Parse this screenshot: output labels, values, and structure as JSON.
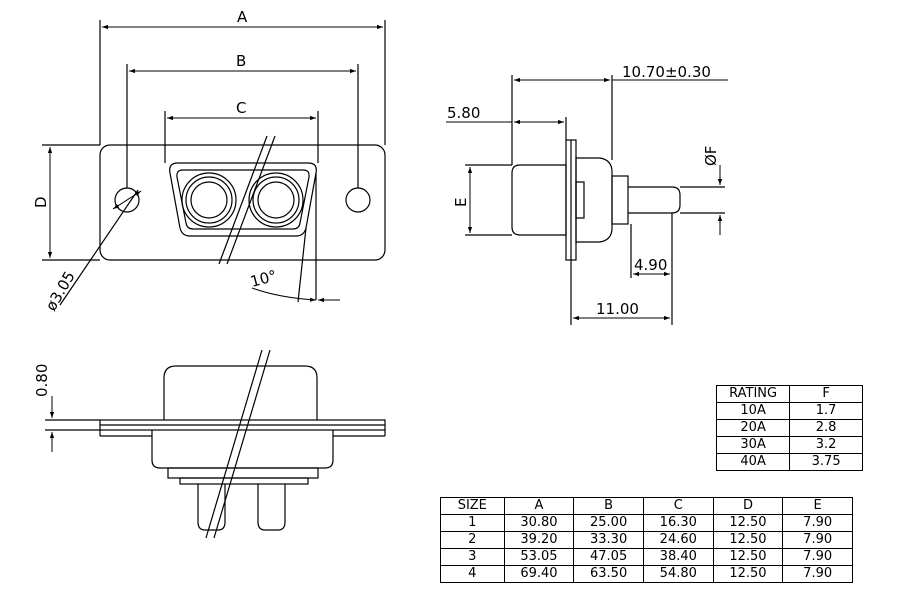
{
  "dimensions": {
    "A": "A",
    "B": "B",
    "C": "C",
    "D": "D",
    "E": "E",
    "F": "ØF",
    "hole": "ø3.05",
    "angle": "10°",
    "depth": "10.70±0.30",
    "flange": "5.80",
    "pin": "4.90",
    "length": "11.00",
    "thickness": "0.80"
  },
  "rating_table": {
    "headers": [
      "RATING",
      "F"
    ],
    "rows": [
      [
        "10A",
        "1.7"
      ],
      [
        "20A",
        "2.8"
      ],
      [
        "30A",
        "3.2"
      ],
      [
        "40A",
        "3.75"
      ]
    ]
  },
  "size_table": {
    "headers": [
      "SIZE",
      "A",
      "B",
      "C",
      "D",
      "E"
    ],
    "rows": [
      [
        "1",
        "30.80",
        "25.00",
        "16.30",
        "12.50",
        "7.90"
      ],
      [
        "2",
        "39.20",
        "33.30",
        "24.60",
        "12.50",
        "7.90"
      ],
      [
        "3",
        "53.05",
        "47.05",
        "38.40",
        "12.50",
        "7.90"
      ],
      [
        "4",
        "69.40",
        "63.50",
        "54.80",
        "12.50",
        "7.90"
      ]
    ]
  }
}
